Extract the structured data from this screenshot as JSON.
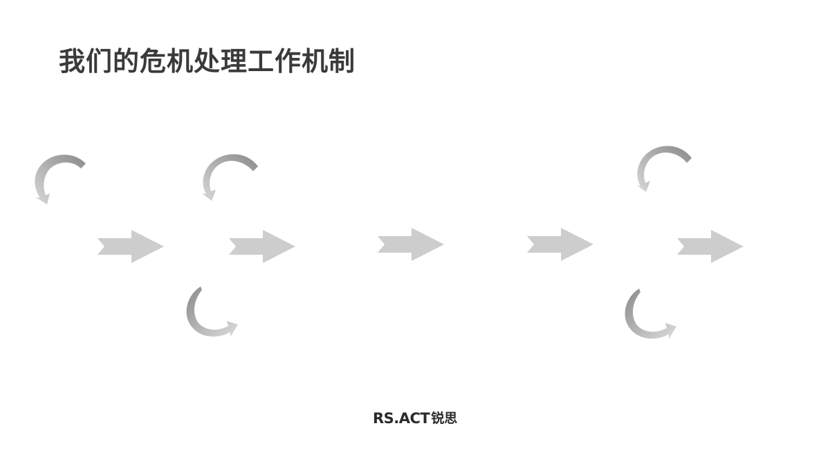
{
  "title": "我们的危机处理工作机制",
  "brand": {
    "latin": "RS.ACT",
    "cjk": "锐思"
  },
  "colors": {
    "background": "#ffffff",
    "title": "#3a3a3a",
    "arrow_fill": "#cdcdcd",
    "curved_arrow_light": "#d6d6d6",
    "curved_arrow_dark": "#8c8c8c",
    "logo": "#2b2b2b"
  },
  "icons": [
    "right-arrow-icon",
    "curved-arrow-icon"
  ]
}
